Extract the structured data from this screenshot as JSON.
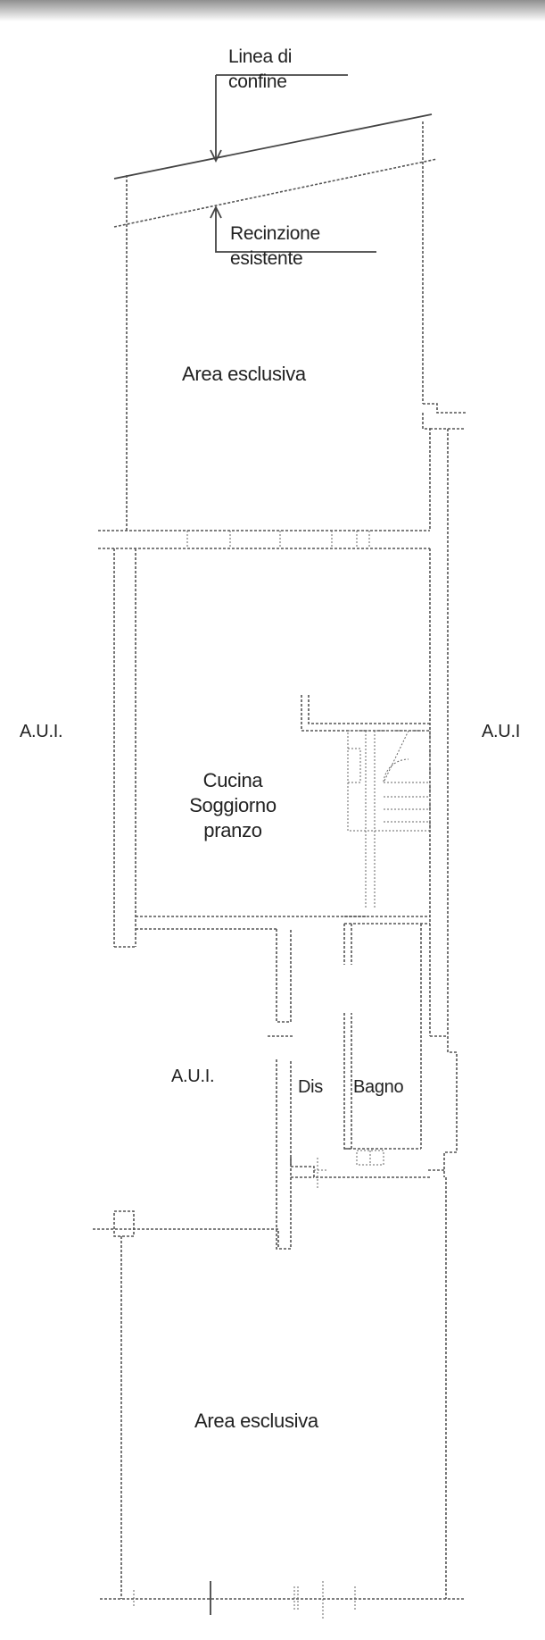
{
  "plan": {
    "colors": {
      "line": "#555555",
      "text": "#222222",
      "background": "#ffffff",
      "topShadow": "#9a9a9a"
    },
    "labels": {
      "linea_confine": "Linea di\nconfine",
      "recinzione": "Recinzione\nesistente",
      "area_top": "Area esclusiva",
      "aui_left": "A.U.I.",
      "aui_right": "A.U.I",
      "cucina": "Cucina\nSoggiorno\npranzo",
      "aui_center": "A.U.I.",
      "dis": "Dis",
      "bagno": "Bagno",
      "area_bottom": "Area esclusiva"
    }
  }
}
